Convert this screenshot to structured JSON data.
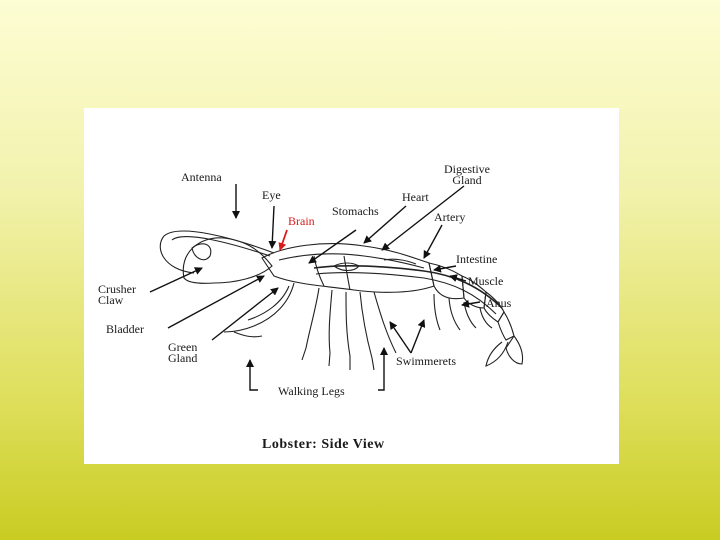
{
  "figure": {
    "caption": "Lobster: Side View",
    "labels": {
      "antenna": "Antenna",
      "eye": "Eye",
      "brain": "Brain",
      "stomachs": "Stomachs",
      "heart": "Heart",
      "digestive_gland": "Digestive\nGland",
      "artery": "Artery",
      "intestine": "Intestine",
      "muscle": "Muscle",
      "anus": "Anus",
      "crusher_claw": "Crusher\nClaw",
      "bladder": "Bladder",
      "green_gland": "Green\nGland",
      "swimmerets": "Swimmerets",
      "walking_legs": "Walking Legs"
    },
    "colors": {
      "highlight": "#d81a1a",
      "ink": "#1a1a1a"
    }
  }
}
